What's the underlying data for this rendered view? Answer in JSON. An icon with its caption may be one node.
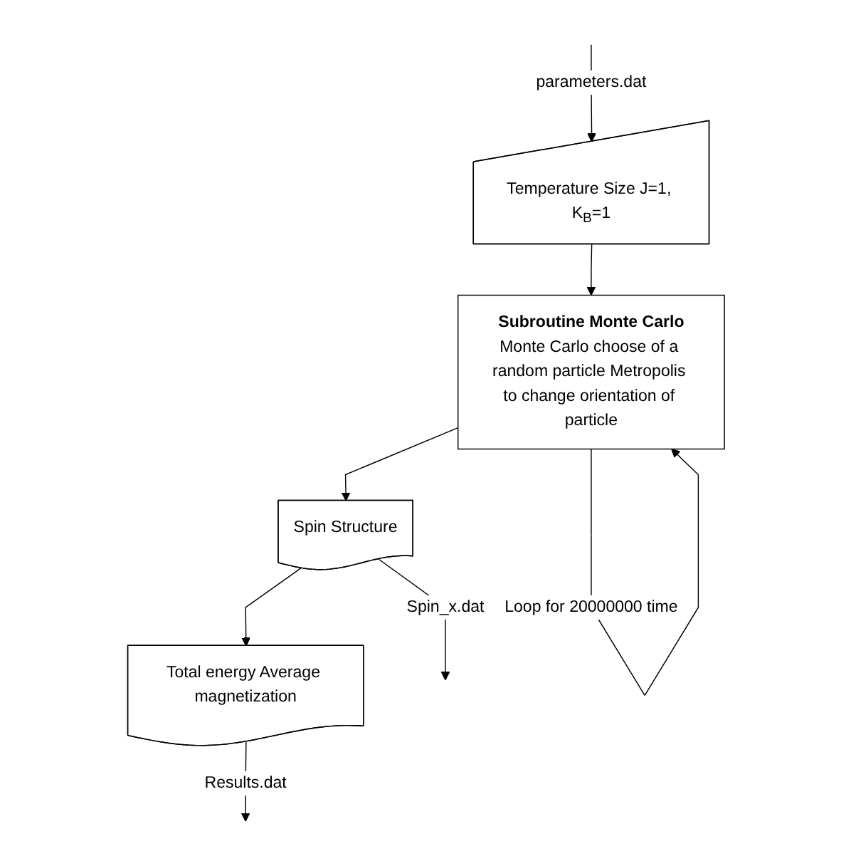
{
  "diagram": {
    "nodes": [
      {
        "text": [
          "Temperature Size J=1, K$_{B}$=1"
        ]
      },
      {
        "text": [
          "Subroutine Monte Carlo",
          "Monte Carlo choose of a random particle Metropolis to change orientation of particle"
        ]
      },
      {
        "text": [
          "Spin Structure"
        ]
      },
      {
        "text": [
          "Total energy Average magnetization"
        ]
      }
    ],
    "edges": [
      {
        "from": null,
        "to": 0,
        "arrow": "to",
        "label": "parameters.dat"
      },
      {
        "from": 0,
        "to": 1,
        "arrow": "to"
      },
      {
        "from": 1,
        "to": 1,
        "arrow": "to",
        "label": "Loop for 20000000 time"
      },
      {
        "from": 1,
        "to": 2,
        "arrow": "to"
      },
      {
        "from": 2,
        "to": null,
        "arrow": "to",
        "label": "Spin_x.dat"
      },
      {
        "from": 2,
        "to": 3,
        "arrow": "to"
      },
      {
        "from": 3,
        "to": null,
        "arrow": "to",
        "label": "Results.dat"
      }
    ]
  }
}
